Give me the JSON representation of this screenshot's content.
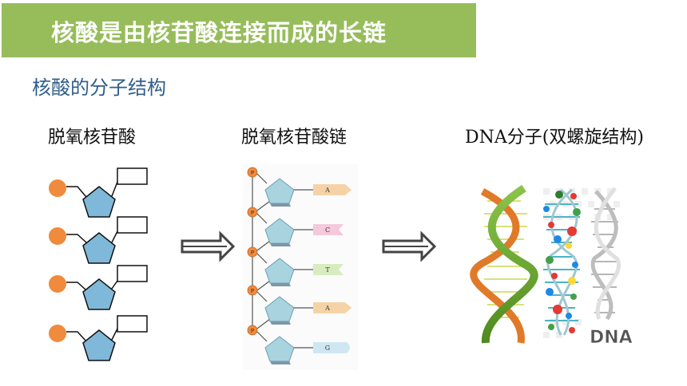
{
  "slide": {
    "title": "核酸是由核苷酸连接而成的长链",
    "subtitle": "核酸的分子结构"
  },
  "panels": {
    "left_label": "脱氧核苷酸",
    "middle_label": "脱氧核苷酸链",
    "right_label": "DNA分子(双螺旋结构)"
  },
  "chain": {
    "phosphate_letter": "P",
    "bases": [
      "A",
      "C",
      "T",
      "A",
      "G"
    ]
  },
  "dna_image": {
    "watermark": "DNA"
  },
  "colors": {
    "title_bar": "#97bd5b",
    "subtitle": "#2f5d8a",
    "phosphate": "#f08a3c",
    "sugar": "#7fb8d8",
    "sugar_chain": "#a9d3df",
    "arrow": "#444444"
  }
}
